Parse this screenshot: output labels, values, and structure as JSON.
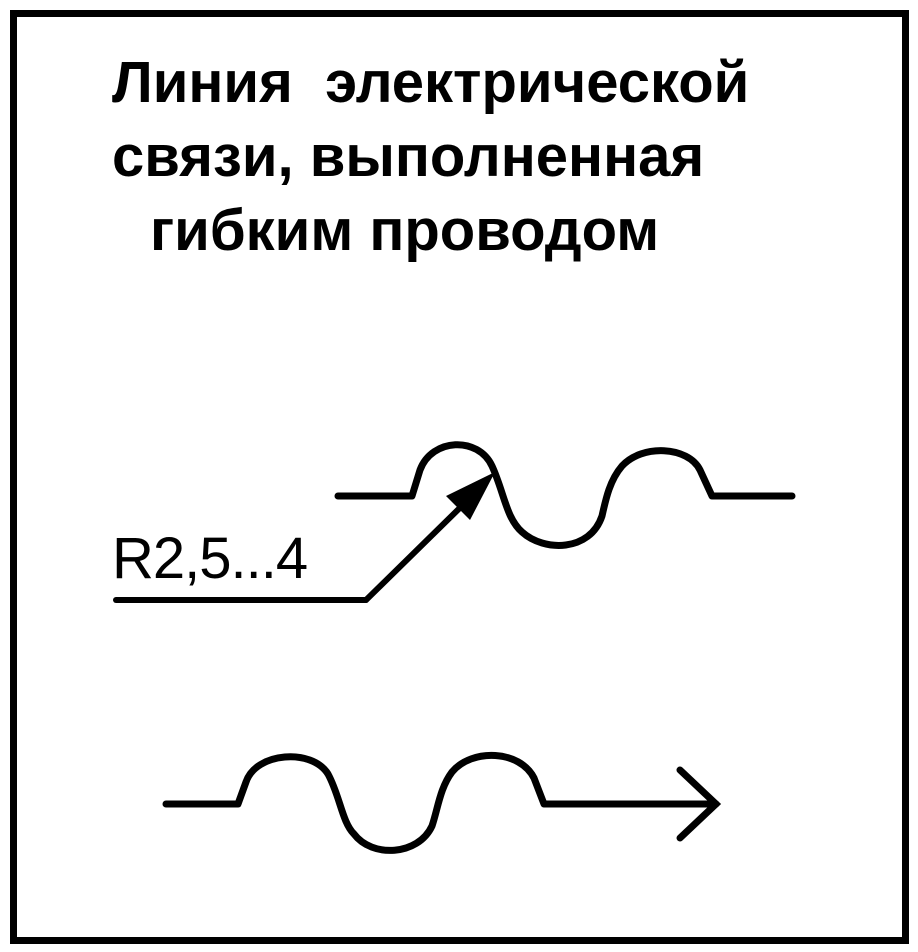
{
  "title": {
    "line1": "Линия  электрической",
    "line2": "связи, выполненная",
    "line3": "гибким проводом"
  },
  "dimension": {
    "radius_label": "R2,5...4"
  },
  "colors": {
    "ink": "#000000",
    "background": "#ffffff"
  },
  "icons": {
    "upper_symbol": "flexible-wire-line-with-radius-callout",
    "lower_symbol": "flexible-wire-line-with-arrow"
  }
}
